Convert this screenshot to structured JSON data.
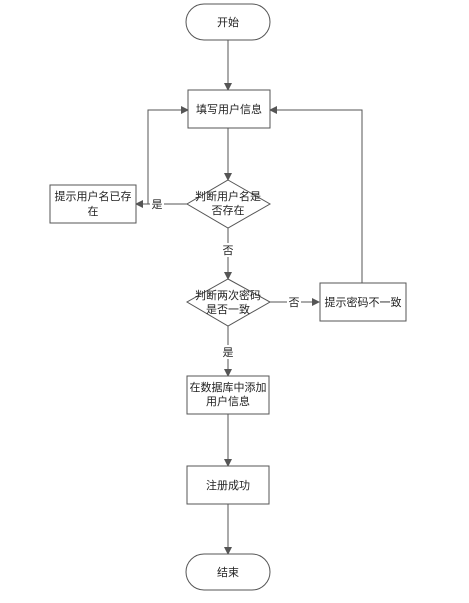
{
  "nodes": {
    "start": "开始",
    "fill_info": "填写用户信息",
    "check_user_exists_l1": "判断用户名是",
    "check_user_exists_l2": "否存在",
    "user_exists_msg_l1": "提示用户名已存",
    "user_exists_msg_l2": "在",
    "check_pwd_l1": "判断两次密码",
    "check_pwd_l2": "是否一致",
    "pwd_mismatch_msg": "提示密码不一致",
    "add_db_l1": "在数据库中添加",
    "add_db_l2": "用户信息",
    "register_success": "注册成功",
    "end": "结束"
  },
  "edges": {
    "exists_yes": "是",
    "exists_no": "否",
    "pwd_no": "否",
    "pwd_yes": "是"
  },
  "colors": {
    "stroke": "#555555",
    "fill": "#ffffff",
    "text": "#222222"
  }
}
